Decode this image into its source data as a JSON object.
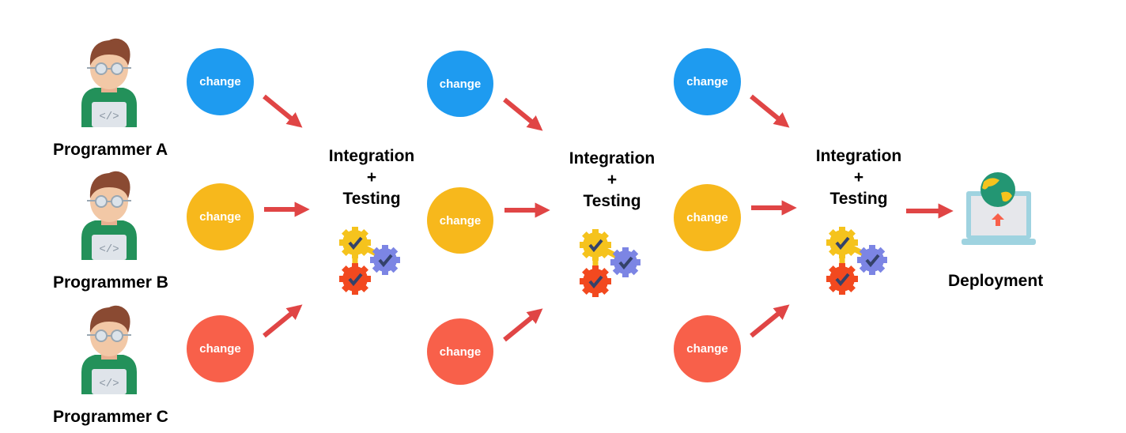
{
  "programmers": [
    {
      "label": "Programmer A"
    },
    {
      "label": "Programmer B"
    },
    {
      "label": "Programmer C"
    }
  ],
  "change_label": "change",
  "stages": [
    {
      "line1": "Integration",
      "line2": "+",
      "line3": "Testing"
    },
    {
      "line1": "Integration",
      "line2": "+",
      "line3": "Testing"
    },
    {
      "line1": "Integration",
      "line2": "+",
      "line3": "Testing"
    }
  ],
  "deployment": {
    "label": "Deployment"
  },
  "colors": {
    "change_blue": "#1e9bf0",
    "change_yellow": "#f7b81c",
    "change_red": "#f8604a",
    "arrow": "#e04545",
    "shirt": "#23915a",
    "hair": "#8a4a32",
    "skin": "#f2c8a6",
    "gear_yellow": "#f5c31d",
    "gear_red": "#f2491f",
    "gear_purple": "#7c85e4",
    "check": "#34426a",
    "laptop": "#9fd3e0"
  },
  "icons": [
    "programmer-icon",
    "gear-cluster-icon",
    "laptop-globe-icon",
    "arrow-icon"
  ]
}
